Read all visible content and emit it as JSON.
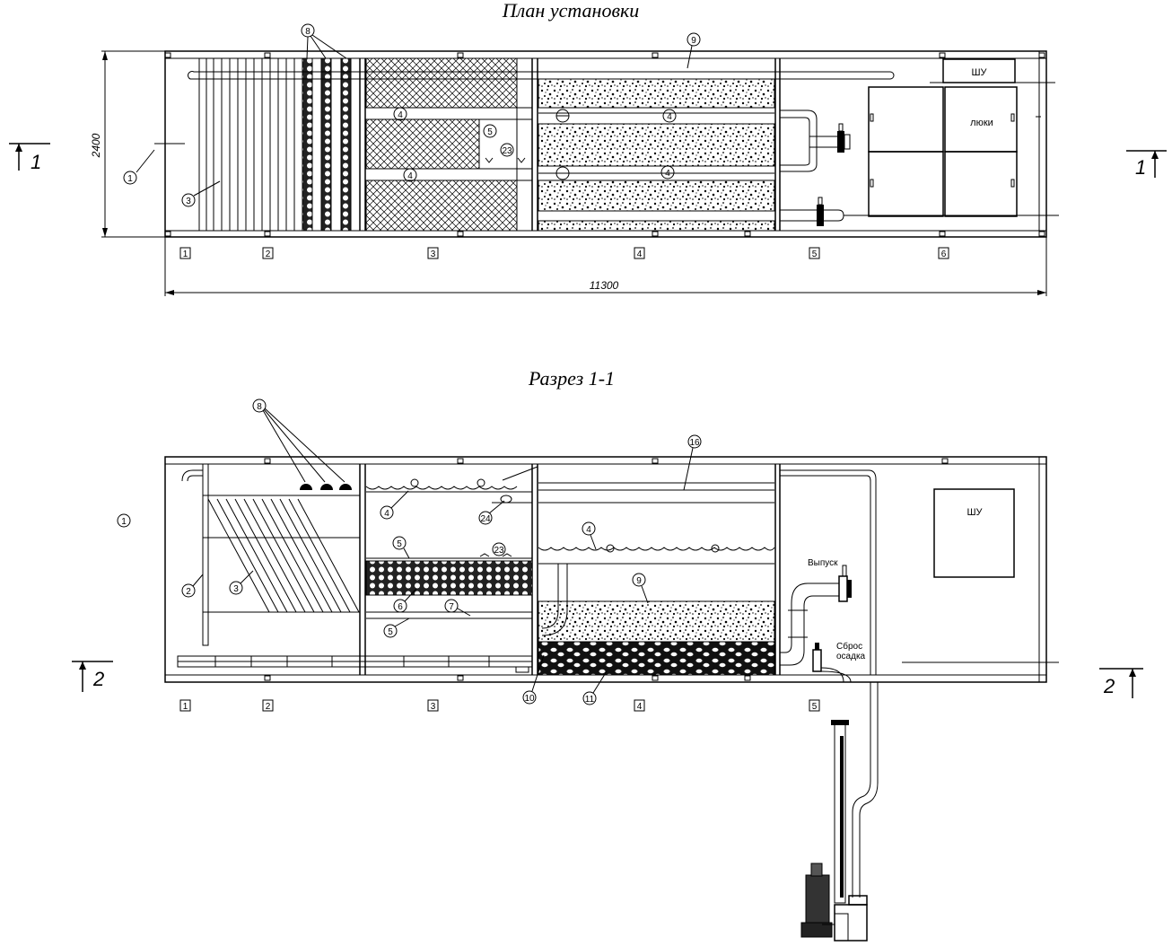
{
  "titles": {
    "plan": "План установки",
    "section": "Разрез 1-1"
  },
  "dimensions": {
    "width": "2400",
    "length": "11300"
  },
  "section_marks": {
    "one": "1",
    "two": "2"
  },
  "zone_numbers": [
    "1",
    "2",
    "3",
    "4",
    "5",
    "6"
  ],
  "plan_labels": {
    "shu": "ШУ",
    "hatches": "люки"
  },
  "plan_callouts": {
    "c1": "1",
    "c3": "3",
    "c4a": "4",
    "c4b": "4",
    "c4c": "4",
    "c4d": "4",
    "c5": "5",
    "c8": "8",
    "c9": "9",
    "c23": "23"
  },
  "section_labels": {
    "shu": "ШУ",
    "outlet": "Выпуск",
    "sludge1": "Сброс",
    "sludge2": "осадка"
  },
  "section_callouts": {
    "c1": "1",
    "c2": "2",
    "c3": "3",
    "c4a": "4",
    "c4b": "4",
    "c5a": "5",
    "c5b": "5",
    "c6": "6",
    "c7": "7",
    "c8": "8",
    "c9": "9",
    "c10": "10",
    "c11": "11",
    "c16": "16",
    "c23": "23",
    "c24": "24"
  }
}
